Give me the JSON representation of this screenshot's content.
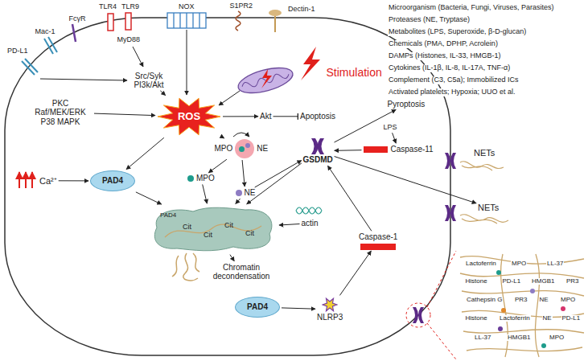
{
  "diagram": {
    "nodes": [
      {
        "text": [
          "Src/Syk PI3k/Akt"
        ]
      },
      {
        "text": [
          "PKC Raf/MEK/ERK P38 MAPK"
        ]
      },
      {
        "text": [
          "ROS"
        ]
      },
      {
        "text": [
          "Akt"
        ]
      },
      {
        "text": [
          "Apoptosis"
        ]
      },
      {
        "text": [
          "MPO",
          "NE"
        ]
      },
      {
        "text": [
          "Ca²⁺"
        ]
      },
      {
        "text": [
          "PAD4"
        ]
      },
      {
        "text": [
          "MPO"
        ]
      },
      {
        "text": [
          "NE"
        ]
      },
      {
        "text": [
          "GSDMD"
        ]
      },
      {
        "text": [
          "Pyroptosis"
        ]
      },
      {
        "text": [
          "LPS"
        ]
      },
      {
        "text": [
          "Caspase-11"
        ]
      },
      {
        "text": [
          "NETs"
        ]
      },
      {
        "text": [
          "NETs"
        ]
      },
      {
        "text": [
          "actin"
        ]
      },
      {
        "text": [
          "PAD4",
          "Cit",
          "Cit",
          "Cit",
          "Cit"
        ]
      },
      {
        "text": [
          "Chromatin decondensation"
        ]
      },
      {
        "text": [
          "PAD4"
        ]
      },
      {
        "text": [
          "NLRP3"
        ]
      },
      {
        "text": [
          "Caspase-1"
        ]
      }
    ],
    "edges": [
      {
        "from": 0,
        "to": 2,
        "arrow": "to"
      },
      {
        "from": 1,
        "to": 2,
        "arrow": "to"
      },
      {
        "from": 2,
        "to": 3,
        "arrow": "to"
      },
      {
        "from": 3,
        "to": 4,
        "arrow": "to"
      },
      {
        "from": 2,
        "to": 5,
        "arrow": "to"
      },
      {
        "from": 2,
        "to": 7,
        "arrow": "to"
      },
      {
        "from": 6,
        "to": 7,
        "arrow": "to"
      },
      {
        "from": 5,
        "to": 8,
        "arrow": "to"
      },
      {
        "from": 5,
        "to": 9,
        "arrow": "to"
      },
      {
        "from": 7,
        "to": 17,
        "arrow": "to"
      },
      {
        "from": 8,
        "to": 17,
        "arrow": "to"
      },
      {
        "from": 9,
        "to": 17,
        "arrow": "to"
      },
      {
        "from": 16,
        "to": 17,
        "arrow": "to"
      },
      {
        "from": 9,
        "to": 10,
        "arrow": "to"
      },
      {
        "from": 12,
        "to": 13,
        "arrow": "to"
      },
      {
        "from": 13,
        "to": 10,
        "arrow": "to"
      },
      {
        "from": 10,
        "to": 11,
        "arrow": "to"
      },
      {
        "from": 10,
        "to": 15,
        "arrow": "to"
      },
      {
        "from": 10,
        "to": 17,
        "arrow": "to"
      },
      {
        "from": 17,
        "to": 18,
        "arrow": "to"
      },
      {
        "from": 19,
        "to": 20,
        "arrow": "to"
      },
      {
        "from": 20,
        "to": 21,
        "arrow": "to"
      },
      {
        "from": 21,
        "to": 10,
        "arrow": "to"
      }
    ],
    "labels": [
      "PD-L1",
      "Mac-1",
      "FcγR",
      "TLR4",
      "TLR9",
      "MyD88",
      "NOX",
      "S1PR2",
      "Dectin-1",
      "Stimulation",
      "Microorganism (Bacteria, Fungi, Viruses, Parasites)",
      "Proteases (NE, Tryptase)",
      "Metabolites (LPS, Superoxide, β-D-glucan)",
      "Chemicals (PMA, DPHP, Acrolein)",
      "DAMPs (Histones, IL-33, HMGB-1)",
      "Cytokines (IL-1β, IL-8, IL-17A, TNF-α)",
      "Complement (C3, C5a); Immobilized ICs",
      "Activated platelets; Hypoxia; UUO et al.",
      "Lactoferrin",
      "MPO",
      "LL-37",
      "Histone",
      "PD-L1",
      "HMGB1",
      "PR3",
      "Cathepsin G",
      "PR3",
      "NE",
      "MPO",
      "Histone",
      "Lactoferrin",
      "NE",
      "PD-L1",
      "LL-37",
      "HMGB1",
      "MPO"
    ]
  }
}
